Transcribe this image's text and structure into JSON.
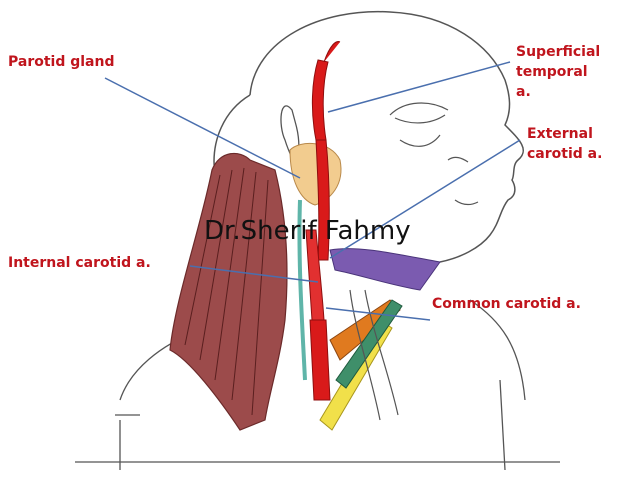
{
  "labels": {
    "parotid_gland": "Parotid gland",
    "superficial_temporal": "Superficial\ntemporal\na.",
    "external_carotid": "External\ncarotid a.",
    "internal_carotid": "Internal carotid a.",
    "common_carotid": "Common carotid a."
  },
  "watermark": "Dr.Sherif Fahmy",
  "colors": {
    "label_text": "#c0151d",
    "pointer_line": "#4a6fae",
    "artery": "#d91a1a",
    "sketch": "#555555",
    "muscle": "#8a3a3a",
    "parotid": "#f2cc8f",
    "purple_muscle": "#7b5bb0",
    "orange_muscle": "#e07a1f",
    "yellow_muscle": "#f1e04a",
    "green_muscle": "#3f8f6a"
  }
}
